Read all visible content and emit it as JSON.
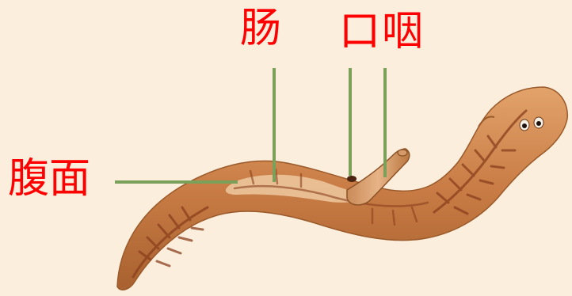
{
  "figure": {
    "background": "#fbeedd",
    "label_color": "#ff0000",
    "leader_color": "#7aa05a",
    "labels": {
      "gut": "肠",
      "mouth": "口",
      "pharynx": "咽",
      "ventral_side": "腹面"
    }
  }
}
